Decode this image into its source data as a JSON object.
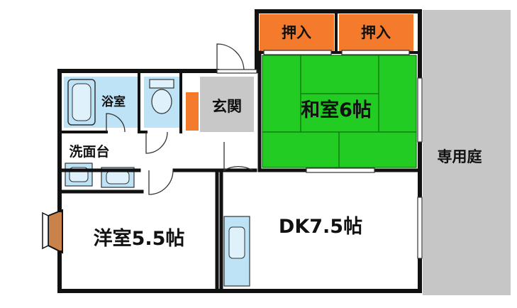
{
  "rooms": {
    "closet_left": "押入",
    "closet_right": "押入",
    "washitsu": "和室6帖",
    "bath": "浴室",
    "entrance": "玄関",
    "washbasin": "洗面台",
    "western_room": "洋室5.5帖",
    "dk": "DK7.5帖",
    "garden": "専用庭"
  },
  "colors": {
    "tatami_green": "#22cc22",
    "closet_orange": "#f47a2c",
    "wet_area_blue": "#bfe3f6",
    "entrance_gray": "#c8c8c8",
    "garden_gray": "#c6c6c6",
    "shoe_cabinet_orange": "#f47a2c",
    "bay_window_brown": "#c8824a",
    "wall": "#111111"
  }
}
